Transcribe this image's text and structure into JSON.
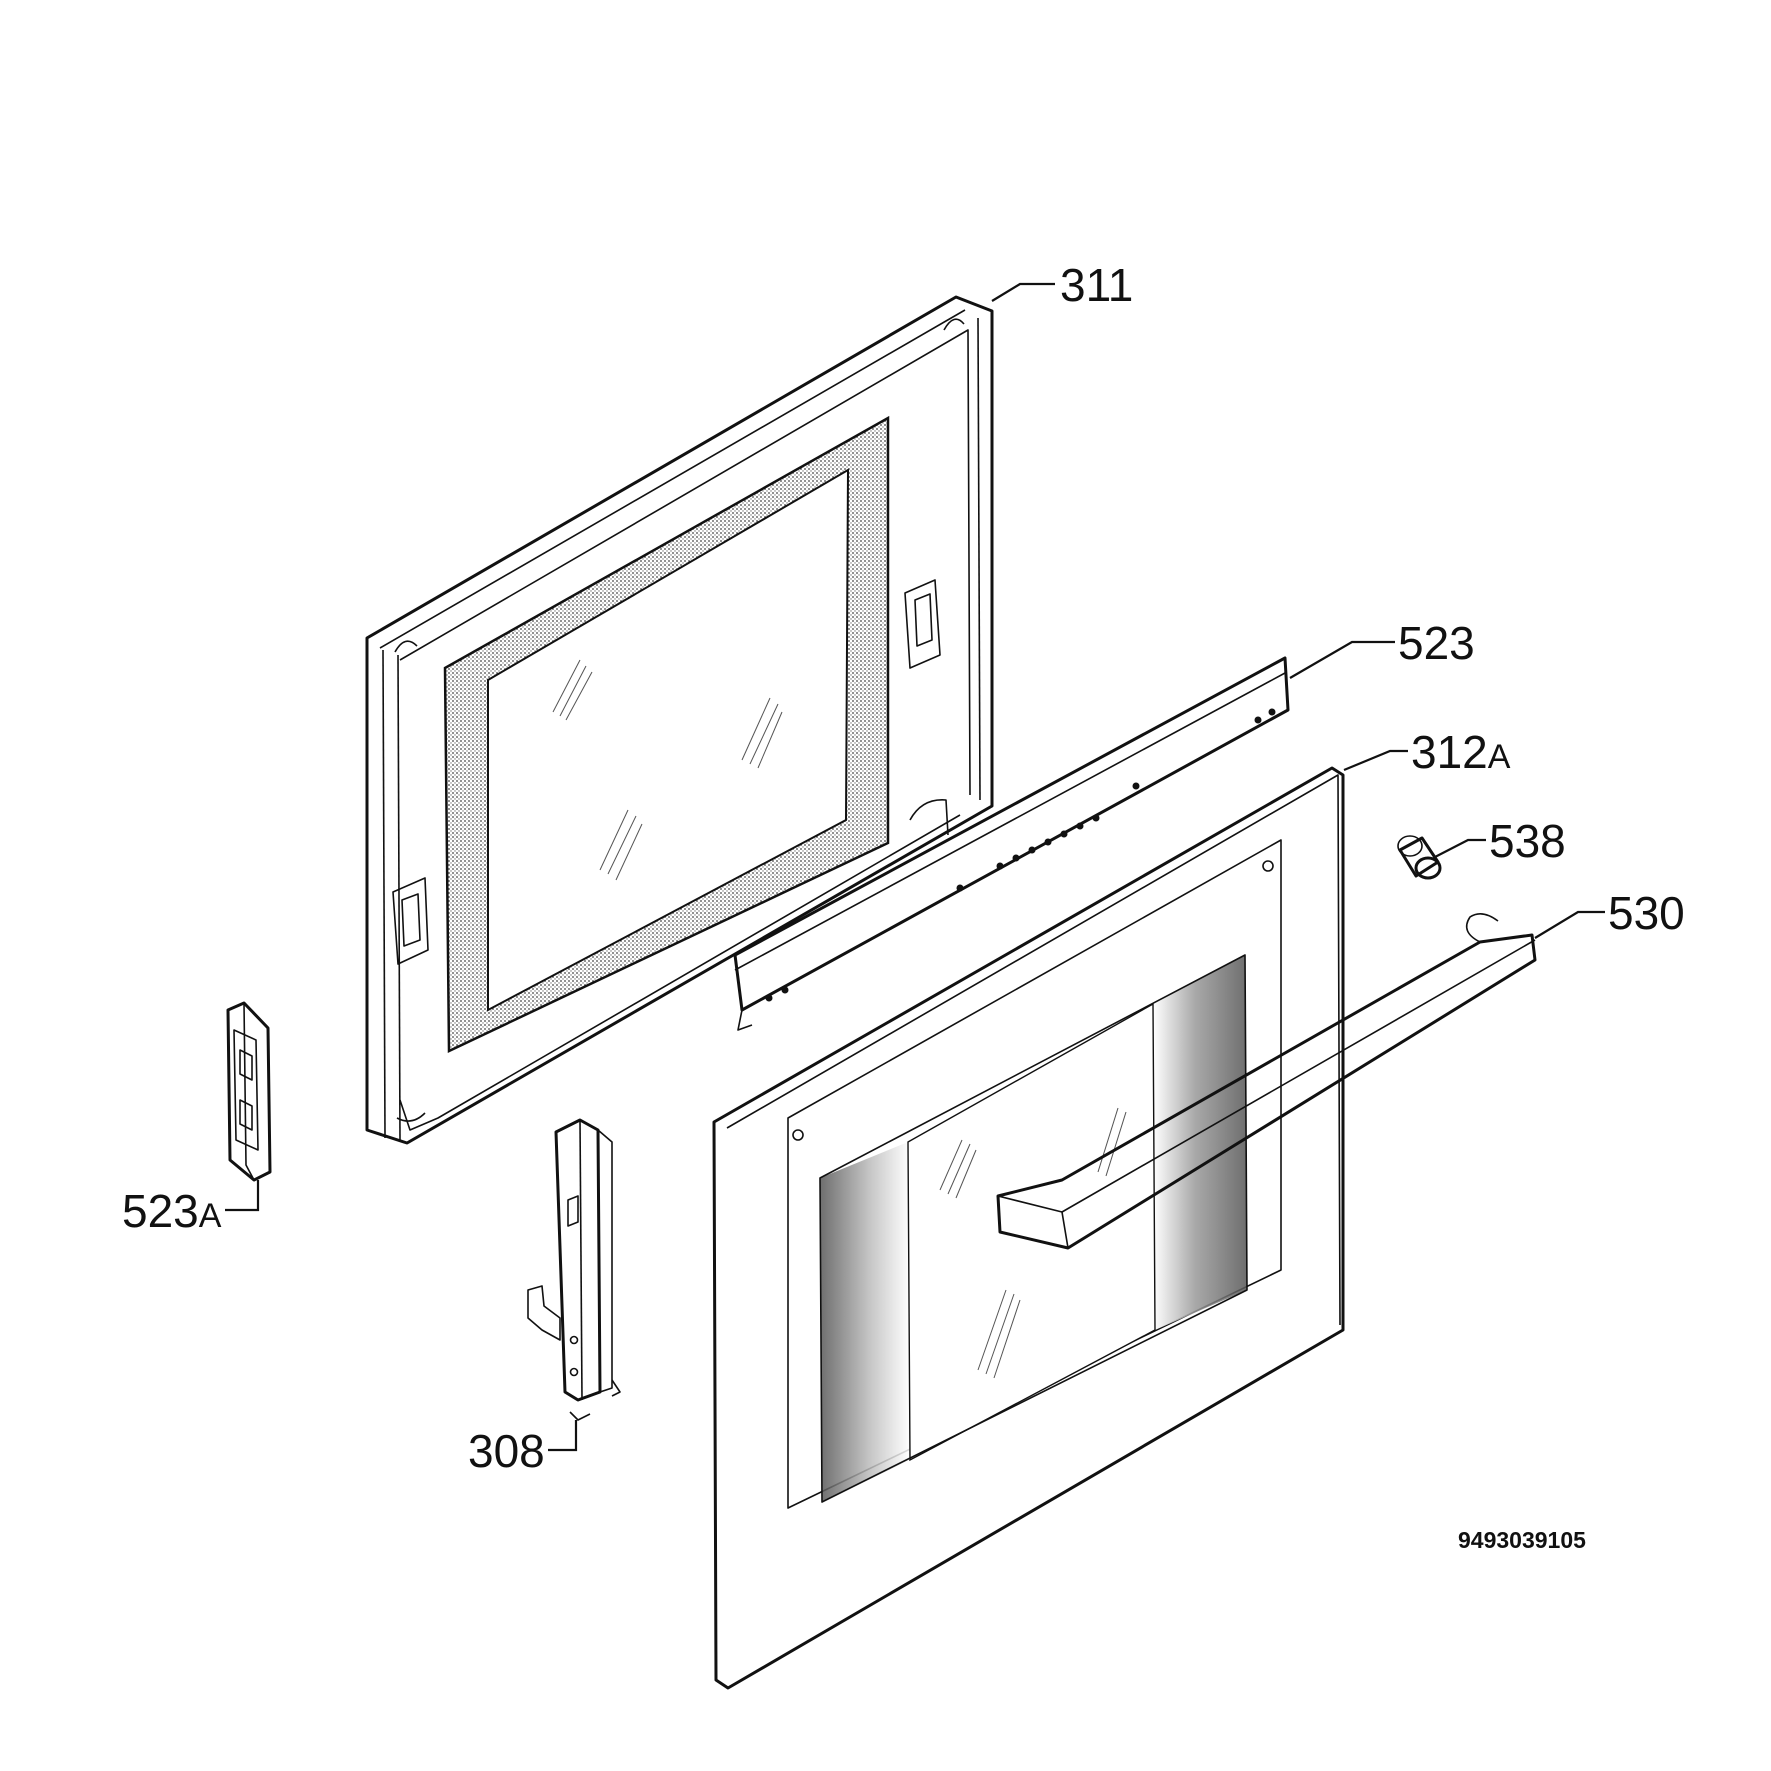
{
  "callouts": [
    {
      "id": "311",
      "number": "311",
      "suffix": ""
    },
    {
      "id": "523",
      "number": "523",
      "suffix": ""
    },
    {
      "id": "312a",
      "number": "312",
      "suffix": "A"
    },
    {
      "id": "538",
      "number": "538",
      "suffix": ""
    },
    {
      "id": "530",
      "number": "530",
      "suffix": ""
    },
    {
      "id": "523a",
      "number": "523",
      "suffix": "A"
    },
    {
      "id": "308",
      "number": "308",
      "suffix": ""
    }
  ],
  "document_number": "9493039105"
}
